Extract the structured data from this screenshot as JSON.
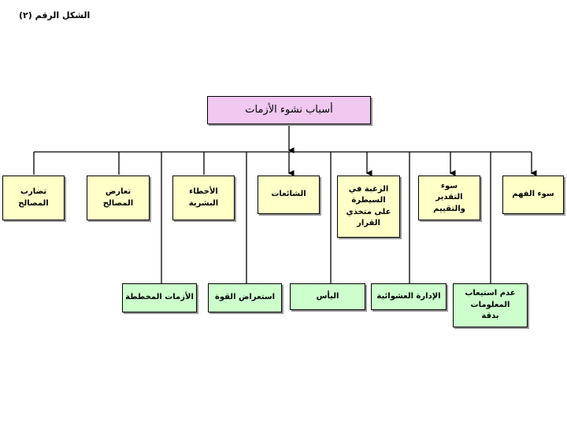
{
  "caption": "الشكل الرقم (٢)",
  "root": "أسباب نشوء الأزمات",
  "top_causes": [
    "تضارب المصالح",
    "تعارض المصالح",
    "الأخطاء البشرية",
    "الشائعات",
    "الرغبة في السيطرة على متخذي القرار",
    "سوء التقدير والتقييم",
    "سوء الفهم"
  ],
  "bottom_causes": [
    "الأزمات المخططة",
    "استعراض القوة",
    "اليأس",
    "الإدارة العشوائية",
    "عدم استيعاب المعلومات بدقة"
  ],
  "colors": {
    "root": "#f0c8f0",
    "top": "#ffffc8",
    "bottom": "#ccffcc"
  }
}
